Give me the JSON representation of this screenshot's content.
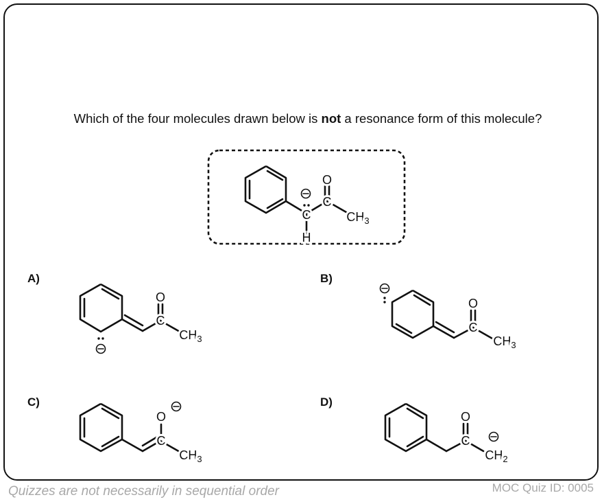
{
  "question": {
    "before": "Which of the four molecules drawn below is ",
    "emphasis": "not",
    "after": " a resonance form of this molecule?"
  },
  "reference_molecule": {
    "atoms": {
      "carbanion": "C",
      "carbonyl_c": "C",
      "oxygen": "O",
      "methyl": "CH",
      "methyl_sub": "3",
      "hydrogen": "H"
    }
  },
  "options": [
    {
      "label": "A)",
      "atoms": {
        "carbonyl_c": "C",
        "oxygen": "O",
        "methyl": "CH",
        "methyl_sub": "3"
      }
    },
    {
      "label": "B)",
      "atoms": {
        "carbonyl_c": "C",
        "oxygen": "O",
        "methyl": "CH",
        "methyl_sub": "3"
      }
    },
    {
      "label": "C)",
      "atoms": {
        "carbonyl_c": "C",
        "oxygen": "O",
        "methyl": "CH",
        "methyl_sub": "3"
      }
    },
    {
      "label": "D)",
      "atoms": {
        "carbonyl_c": "C",
        "oxygen": "O",
        "methyl": "CH",
        "methyl_sub": "2"
      }
    }
  ],
  "footer": {
    "note": "Quizzes are not necessarily in sequential order",
    "quiz_id": "MOC Quiz ID: 0005"
  }
}
